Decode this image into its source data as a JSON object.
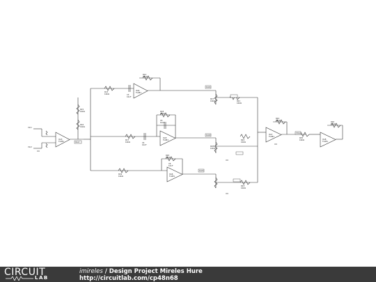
{
  "footer": {
    "logo_top": "CIRCUIT",
    "logo_bottom": "LAB",
    "author": "imireles",
    "separator": " / ",
    "title": "Design Project Mireles Hure",
    "url": "http://circuitlab.com/cp48n68"
  },
  "schematic": {
    "opamps": [
      {
        "ref": "OA3",
        "model": "TL081"
      },
      {
        "ref": "OA4",
        "model": "TL081"
      },
      {
        "ref": "OA5",
        "model": "TL081"
      },
      {
        "ref": "OA6",
        "model": "TL081"
      },
      {
        "ref": "OA7",
        "model": "TL081"
      },
      {
        "ref": "OA8",
        "model": "TL081"
      }
    ],
    "resistors": [
      {
        "ref": "R13",
        "value": "10kΩ"
      },
      {
        "ref": "R14",
        "value": "10kΩ"
      },
      {
        "ref": "R15",
        "value": "10kΩ"
      },
      {
        "ref": "R16",
        "value": "10kΩ"
      },
      {
        "ref": "R17",
        "value": "10kΩ"
      },
      {
        "ref": "R18",
        "value": "10kΩ"
      },
      {
        "ref": "R19",
        "value": "10kΩ"
      },
      {
        "ref": "R20",
        "value": "10kΩ"
      },
      {
        "ref": "R21",
        "value": "10kΩ"
      },
      {
        "ref": "R22",
        "value": "10kΩ"
      },
      {
        "ref": "R23",
        "value": "10kΩ"
      },
      {
        "ref": "R24",
        "value": "10kΩ"
      },
      {
        "ref": "R25",
        "value": "10kΩ"
      },
      {
        "ref": "R26",
        "value": "10kΩ"
      },
      {
        "ref": "R27",
        "value": "10kΩ"
      },
      {
        "ref": "R28",
        "value": "10kΩ"
      }
    ],
    "capacitors": [
      {
        "ref": "C3",
        "value": "10nF"
      },
      {
        "ref": "C4",
        "value": "10nF"
      },
      {
        "ref": "C5",
        "value": "10nF"
      },
      {
        "ref": "C6",
        "value": "10nF"
      }
    ],
    "nets": [
      "Vin1",
      "Vin2",
      "Vout",
      "Out1",
      "Out2",
      "Out3",
      "Vmix"
    ]
  }
}
